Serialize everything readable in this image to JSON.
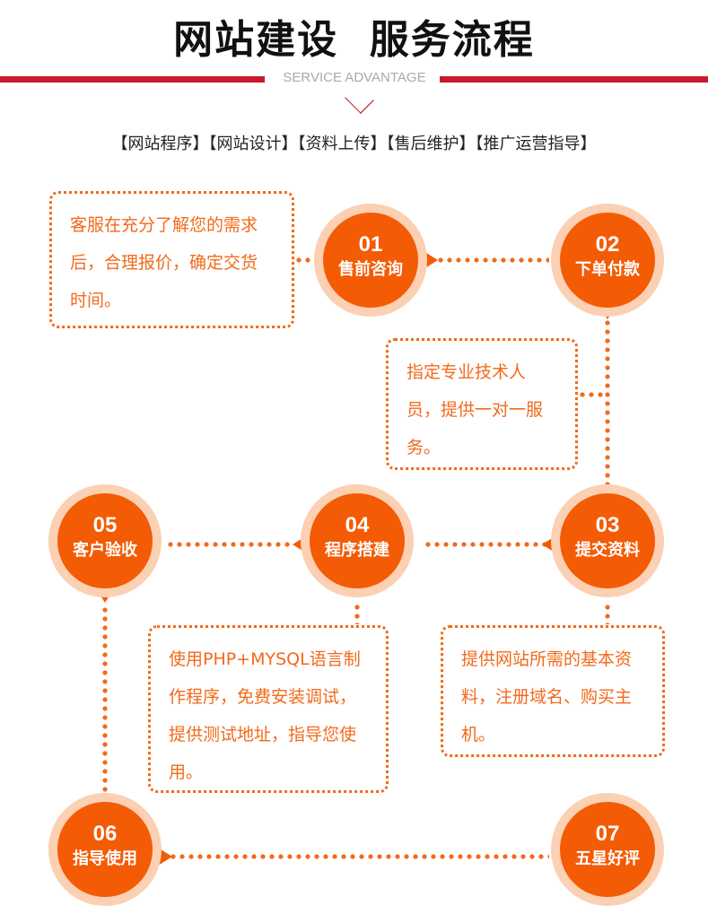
{
  "header": {
    "title": "网站建设  服务流程",
    "subtitle": "SERVICE ADVANTAGE",
    "tags": "【网站程序】【网站设计】【资料上传】【售后维护】【推广运营指导】"
  },
  "colors": {
    "accent": "#f45b05",
    "ring": "#fbd0b3",
    "red": "#c8192e"
  },
  "steps": [
    {
      "num": "01",
      "label": "售前咨询"
    },
    {
      "num": "02",
      "label": "下单付款"
    },
    {
      "num": "03",
      "label": "提交资料"
    },
    {
      "num": "04",
      "label": "程序搭建"
    },
    {
      "num": "05",
      "label": "客户验收"
    },
    {
      "num": "06",
      "label": "指导使用"
    },
    {
      "num": "07",
      "label": "五星好评"
    }
  ],
  "notes": {
    "n01": "客服在充分了解您的需求后，合理报价，确定交货时间。",
    "n02": "指定专业技术人员，提供一对一服务。",
    "n03": "提供网站所需的基本资料，注册域名、购买主机。",
    "n04": "使用PHP+MYSQL语言制作程序，免费安装调试，提供测试地址，指导您使用。"
  }
}
